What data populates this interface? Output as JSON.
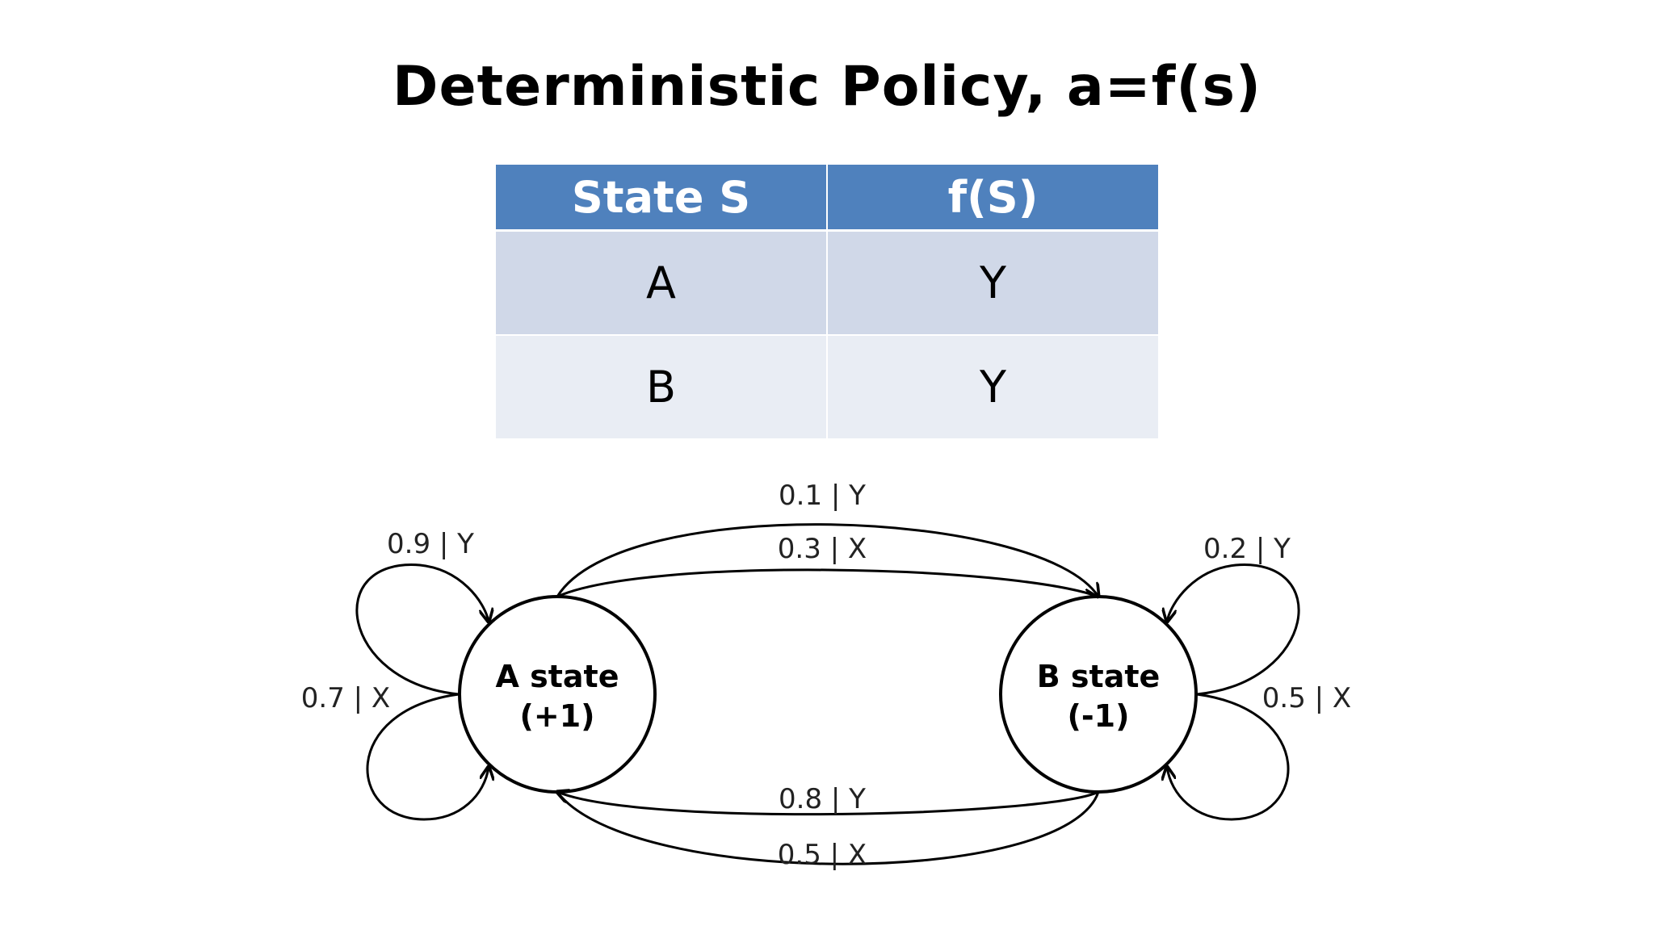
{
  "title": "Deterministic Policy, a=f(s)",
  "table": {
    "headers": [
      "State S",
      "f(S)"
    ],
    "rows": [
      [
        "A",
        "Y"
      ],
      [
        "B",
        "Y"
      ]
    ]
  },
  "nodes": {
    "a": {
      "line1": "A state",
      "line2": "(+1)"
    },
    "b": {
      "line1": "B state",
      "line2": "(-1)"
    }
  },
  "edges": {
    "a_self_y": "0.9 | Y",
    "a_self_x": "0.7 | X",
    "a_to_b_y": "0.1 | Y",
    "a_to_b_x": "0.3 | X",
    "b_self_y": "0.2 | Y",
    "b_self_x": "0.5 | X",
    "b_to_a_y": "0.8 | Y",
    "b_to_a_x": "0.5 | X"
  }
}
